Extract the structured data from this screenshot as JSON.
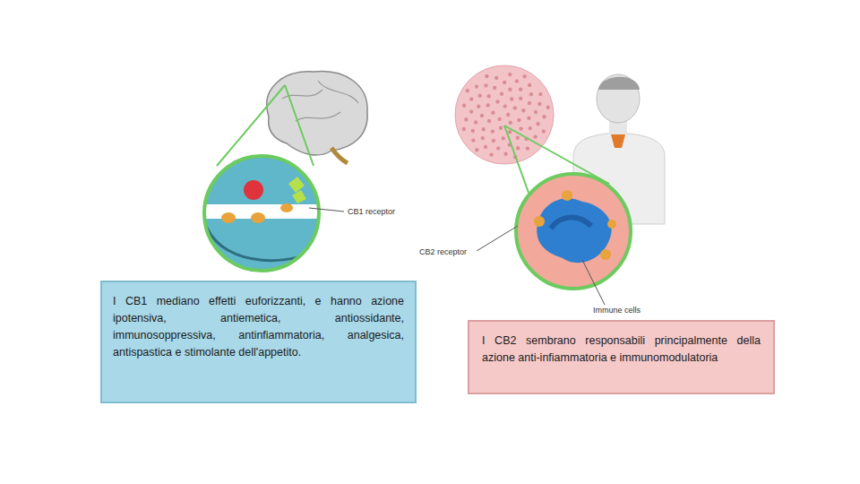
{
  "diagram": {
    "nodes": [
      {
        "text": [
          "I CB1 mediano effetti euforizzanti, e hanno azione ipotensiva, antiemetica, antiossidante, immunosoppressiva, antinfiammatoria, analgesica, antispastica e stimolante dell'appetito."
        ]
      },
      {
        "text": [
          "I CB2 sembrano responsabili principalmente della azione anti-infiammatoria e immunomodulatoria"
        ]
      }
    ],
    "labels": [
      "CB1 receptor",
      "CB2 receptor",
      "Immune cells"
    ]
  }
}
